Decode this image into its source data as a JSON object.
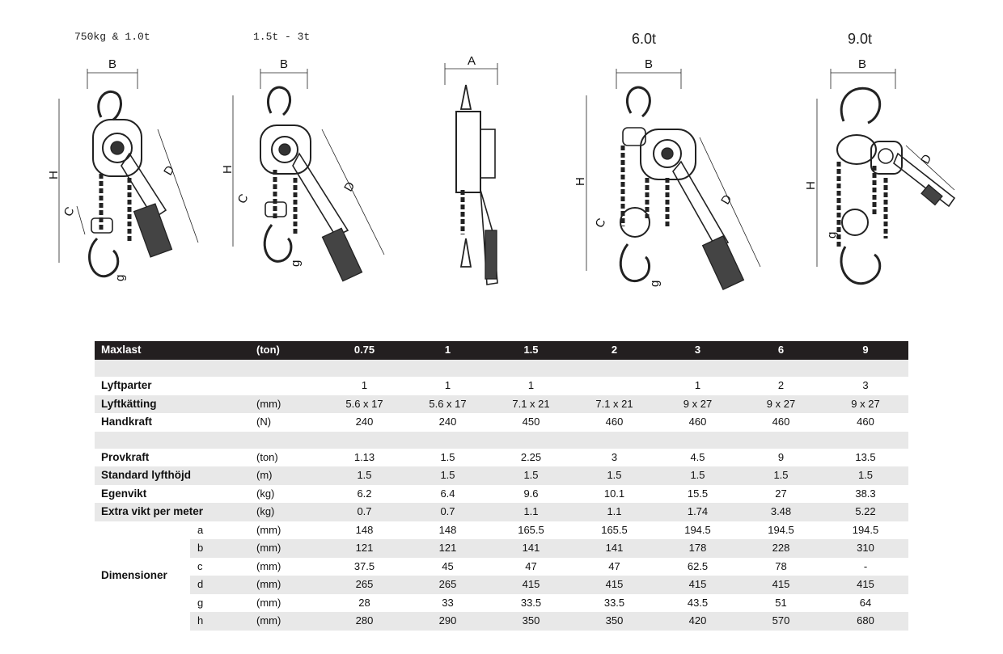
{
  "figures": {
    "captions": [
      "750kg & 1.0t",
      "1.5t - 3t",
      "",
      "6.0t",
      "9.0t"
    ],
    "dim_letters": {
      "A": "A",
      "B": "B",
      "C": "C",
      "D": "D",
      "H": "H",
      "g": "g"
    }
  },
  "table": {
    "header": {
      "label": "Maxlast",
      "unit": "(ton)",
      "values": [
        "0.75",
        "1",
        "1.5",
        "2",
        "3",
        "6",
        "9"
      ]
    },
    "rows": [
      {
        "label": "Lyftparter",
        "unit": "",
        "values": [
          "1",
          "1",
          "1",
          "",
          "1",
          "2",
          "3"
        ]
      },
      {
        "label": "Lyftkätting",
        "unit": "(mm)",
        "values": [
          "5.6 x 17",
          "5.6 x 17",
          "7.1 x 21",
          "7.1 x 21",
          "9 x 27",
          "9 x 27",
          "9 x 27"
        ]
      },
      {
        "label": "Handkraft",
        "unit": "(N)",
        "values": [
          "240",
          "240",
          "450",
          "460",
          "460",
          "460",
          "460"
        ]
      },
      {
        "label": "Provkraft",
        "unit": "(ton)",
        "values": [
          "1.13",
          "1.5",
          "2.25",
          "3",
          "4.5",
          "9",
          "13.5"
        ]
      },
      {
        "label": "Standard lyfthöjd",
        "unit": "(m)",
        "values": [
          "1.5",
          "1.5",
          "1.5",
          "1.5",
          "1.5",
          "1.5",
          "1.5"
        ]
      },
      {
        "label": "Egenvikt",
        "unit": "(kg)",
        "values": [
          "6.2",
          "6.4",
          "9.6",
          "10.1",
          "15.5",
          "27",
          "38.3"
        ]
      },
      {
        "label": "Extra vikt per meter",
        "unit": "(kg)",
        "values": [
          "0.7",
          "0.7",
          "1.1",
          "1.1",
          "1.74",
          "3.48",
          "5.22"
        ]
      }
    ],
    "dimensions": {
      "label": "Dimensioner",
      "rows": [
        {
          "sub": "a",
          "unit": "(mm)",
          "values": [
            "148",
            "148",
            "165.5",
            "165.5",
            "194.5",
            "194.5",
            "194.5"
          ]
        },
        {
          "sub": "b",
          "unit": "(mm)",
          "values": [
            "121",
            "121",
            "141",
            "141",
            "178",
            "228",
            "310"
          ]
        },
        {
          "sub": "c",
          "unit": "(mm)",
          "values": [
            "37.5",
            "45",
            "47",
            "47",
            "62.5",
            "78",
            "-"
          ]
        },
        {
          "sub": "d",
          "unit": "(mm)",
          "values": [
            "265",
            "265",
            "415",
            "415",
            "415",
            "415",
            "415"
          ]
        },
        {
          "sub": "g",
          "unit": "(mm)",
          "values": [
            "28",
            "33",
            "33.5",
            "33.5",
            "43.5",
            "51",
            "64"
          ]
        },
        {
          "sub": "h",
          "unit": "(mm)",
          "values": [
            "280",
            "290",
            "350",
            "350",
            "420",
            "570",
            "680"
          ]
        }
      ]
    }
  }
}
